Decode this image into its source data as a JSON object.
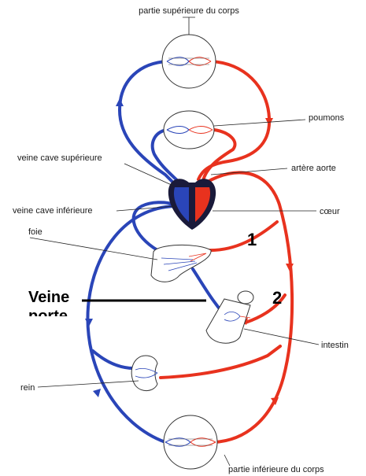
{
  "labels": {
    "upper_body": "partie supérieure du corps",
    "lungs": "poumons",
    "superior_vena_cava": "veine cave supérieure",
    "aorta": "artère aorte",
    "inferior_vena_cava": "veine cave inférieure",
    "heart": "cœur",
    "liver": "foie",
    "intestine": "intestin",
    "kidney": "rein",
    "lower_body": "partie inférieure du corps"
  },
  "annotations": {
    "marker_1": "1",
    "marker_2": "2",
    "portal_vein_line1": "Veine",
    "portal_vein_line2": "porte"
  },
  "colors": {
    "venous_blue": "#2a45b8",
    "arterial_red": "#e8321e",
    "heart_dark": "#1a1a3a"
  }
}
